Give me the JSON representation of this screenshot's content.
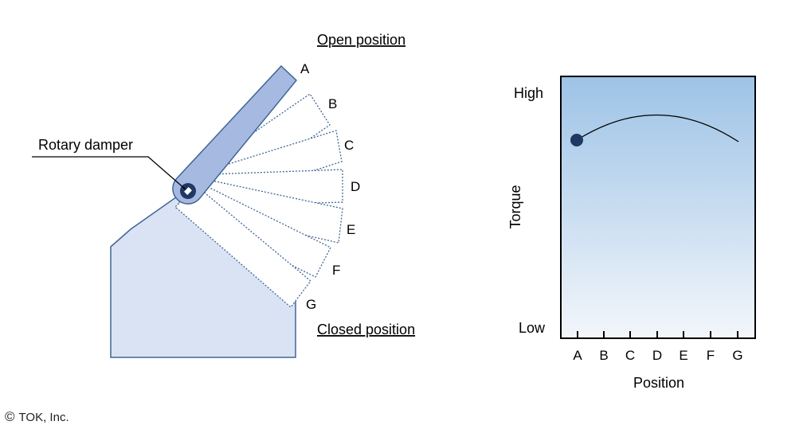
{
  "diagram": {
    "open_label": "Open position",
    "closed_label": "Closed position",
    "damper_label": "Rotary damper",
    "positions": [
      "A",
      "B",
      "C",
      "D",
      "E",
      "F",
      "G"
    ]
  },
  "graph": {
    "y_high": "High",
    "y_low": "Low",
    "y_label": "Torque",
    "x_label": "Position",
    "x_ticks": [
      "A",
      "B",
      "C",
      "D",
      "E",
      "F",
      "G"
    ]
  },
  "footer": {
    "copyright_symbol": "©",
    "copyright_text": "TOK, Inc."
  },
  "colors": {
    "base_fill": "#dae3f3",
    "arm_fill": "#a6b9e1",
    "outline": "#3f6695",
    "damper_core": "#1f3864",
    "gradient_top": "#9dc3e6",
    "gradient_bottom": "#f3f6fb"
  }
}
